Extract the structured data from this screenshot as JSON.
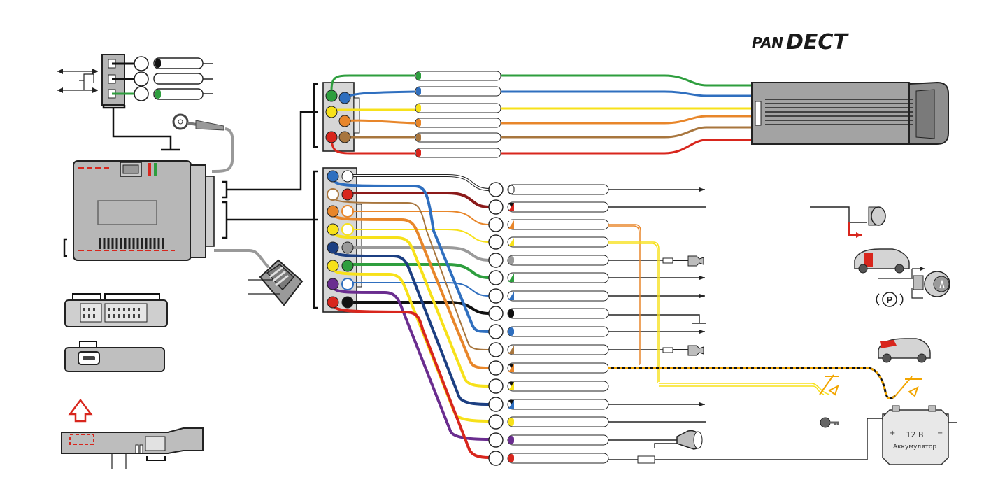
{
  "brand": {
    "prefix": "PAN",
    "suffix": "DECT"
  },
  "battery": {
    "voltage": "12 В",
    "label": "Аккумулятор",
    "plus": "+",
    "minus": "−"
  },
  "parking_symbol": "P",
  "colors": {
    "green": "#2e9e3e",
    "blue": "#2f6fbf",
    "yellow": "#f7e11a",
    "orange": "#e8862a",
    "brown": "#a8763e",
    "red": "#d8261d",
    "black": "#111111",
    "white": "#ffffff",
    "grey": "#9a9a9a",
    "violet": "#6a2d8f",
    "darkblue": "#1c3f82",
    "unit_grey": "#b5b5b5"
  },
  "top_connector_wires": [
    "green",
    "blue",
    "yellow",
    "orange",
    "brown",
    "red"
  ],
  "main_connector_wires": [
    [
      "white",
      "white"
    ],
    [
      "red",
      "black"
    ],
    [
      "orange",
      "white"
    ],
    [
      "yellow",
      "white"
    ],
    [
      "grey",
      "white"
    ],
    [
      "green",
      "white"
    ],
    [
      "blue",
      "white"
    ],
    [
      "black",
      "black"
    ],
    [
      "blue",
      "blue"
    ],
    [
      "brown",
      "white"
    ],
    [
      "orange",
      "black"
    ],
    [
      "yellow",
      "black"
    ],
    [
      "blue",
      "black"
    ],
    [
      "yellow",
      "yellow"
    ],
    [
      "violet",
      "violet"
    ],
    [
      "red",
      "red"
    ]
  ],
  "small_connector_wires": [
    "black",
    "white",
    "green"
  ]
}
